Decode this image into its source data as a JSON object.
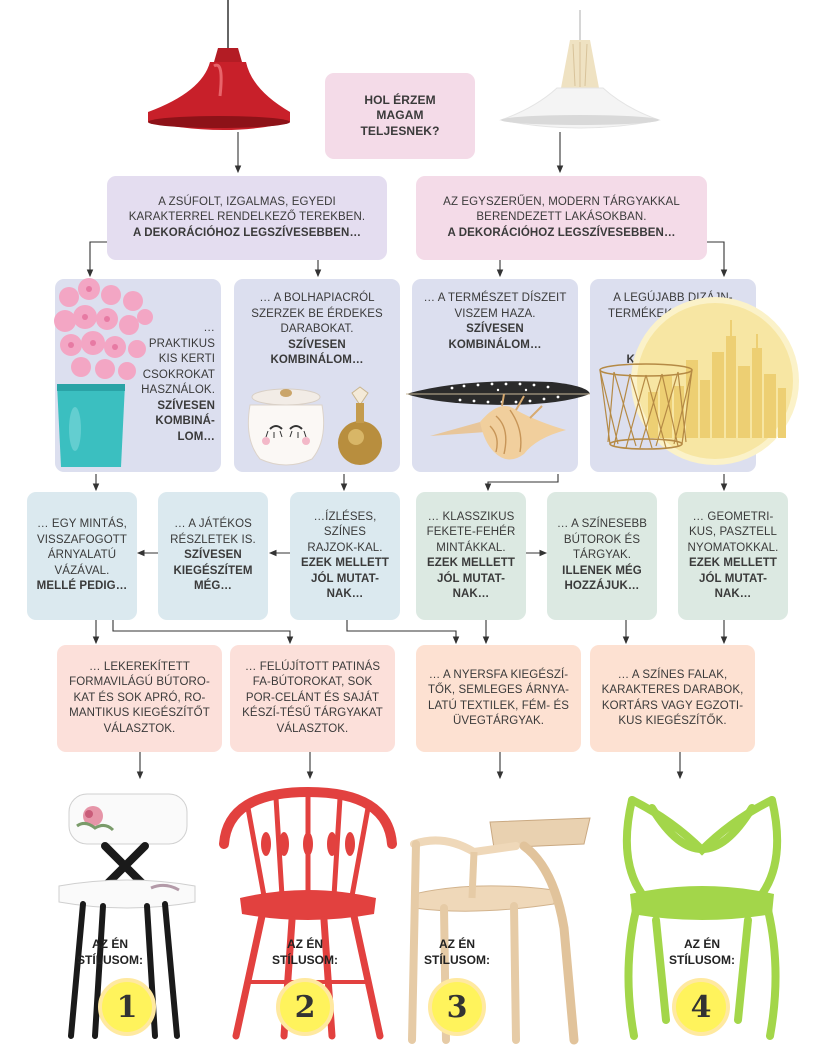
{
  "question": {
    "lines": [
      "HOL ÉRZEM",
      "MAGAM",
      "TELJESNEK?"
    ]
  },
  "level1": [
    {
      "text": "A ZSÚFOLT, IZGALMAS, EGYEDI KARAKTERREL RENDELKEZŐ TEREKBEN.",
      "bold": "A DEKORÁCIÓHOZ LEGSZÍVESEBBEN…"
    },
    {
      "text": "AZ EGYSZERŰEN, MODERN TÁRGYAKKAL BERENDEZETT LAKÁSOKBAN.",
      "bold": "A DEKORÁCIÓHOZ LEGSZÍVESEBBEN…"
    }
  ],
  "level2": [
    {
      "text": "… PRAKTIKUS KIS KERTI CSOKROKAT HASZNÁLOK.",
      "bold": "SZÍVESEN KOMBINÁ-LOM…"
    },
    {
      "text": "… A BOLHAPIACRÓL SZERZEK BE ÉRDEKES DARABOKAT.",
      "bold": "SZÍVESEN KOMBINÁLOM…"
    },
    {
      "text": "… A TERMÉSZET DÍSZEIT VISZEM HAZA.",
      "bold": "SZÍVESEN KOMBINÁLOM…"
    },
    {
      "text": "A LEGÚJABB DIZÁJN-TERMÉKEKET VESZEM MEG.",
      "bold": "SZÍVESEN KOMBINÁLOM…"
    }
  ],
  "level3": [
    {
      "text": "… EGY MINTÁS, VISSZAFOGOTT ÁRNYALATÚ VÁZÁVAL.",
      "bold": "MELLÉ PEDIG…"
    },
    {
      "text": "… A JÁTÉKOS RÉSZLETEK IS.",
      "bold": "SZÍVESEN KIEGÉSZÍTEM MÉG…"
    },
    {
      "text": "…ÍZLÉSES, SZÍNES RAJZOK-KAL.",
      "bold": "EZEK MELLETT JÓL MUTAT-NAK…"
    },
    {
      "text": "… KLASSZIKUS FEKETE-FEHÉR MINTÁKKAL.",
      "bold": "EZEK MELLETT JÓL MUTAT-NAK…"
    },
    {
      "text": "… A SZÍNESEBB BÚTOROK ÉS TÁRGYAK.",
      "bold": "ILLENEK MÉG HOZZÁJUK…"
    },
    {
      "text": "… GEOMETRI-KUS, PASZTELL NYOMATOKKAL.",
      "bold": "EZEK MELLETT JÓL MUTAT-NAK…"
    }
  ],
  "level4": [
    {
      "text": "… LEKEREKÍTETT FORMAVILÁGÚ BÚTORO-KAT ÉS SOK APRÓ, RO-MANTIKUS KIEGÉSZÍTŐT VÁLASZTOK."
    },
    {
      "text": "… FELÚJÍTOTT PATINÁS FA-BÚTOROKAT, SOK POR-CELÁNT ÉS SAJÁT KÉSZÍ-TÉSŰ TÁRGYAKAT VÁLASZTOK."
    },
    {
      "text": "… A NYERSFA KIEGÉSZÍ-TŐK, SEMLEGES ÁRNYA-LATÚ TEXTILEK, FÉM- ÉS ÜVEGTÁRGYAK."
    },
    {
      "text": "… A SZÍNES FALAK, KARAKTERES DARABOK, KORTÁRS VAGY EGZOTI-KUS KIEGÉSZÍTŐK."
    }
  ],
  "styles": [
    {
      "label1": "AZ ÉN",
      "label2": "STÍLUSOM:",
      "number": "1"
    },
    {
      "label1": "AZ ÉN",
      "label2": "STÍLUSOM:",
      "number": "2"
    },
    {
      "label1": "AZ ÉN",
      "label2": "STÍLUSOM:",
      "number": "3"
    },
    {
      "label1": "AZ ÉN",
      "label2": "STÍLUSOM:",
      "number": "4"
    }
  ],
  "colors": {
    "question_bg": "#f4dbe8",
    "lamp_red": "#c8202a",
    "chair_red": "#e2413f",
    "chair_green": "#a3d64a",
    "badge_yellow": "#fff35c",
    "turquoise": "#3bbfc0"
  },
  "icons": [
    "red-pendant-lamp-icon",
    "white-pendant-lamp-icon",
    "flower-vase-icon",
    "porcelain-sugar-bowl-icon",
    "feather-icon",
    "seashell-icon",
    "wire-basket-icon",
    "city-skyline-plate-icon",
    "x-leg-chair-icon",
    "red-windsor-chair-icon",
    "wooden-chair-icon",
    "green-masters-chair-icon"
  ]
}
